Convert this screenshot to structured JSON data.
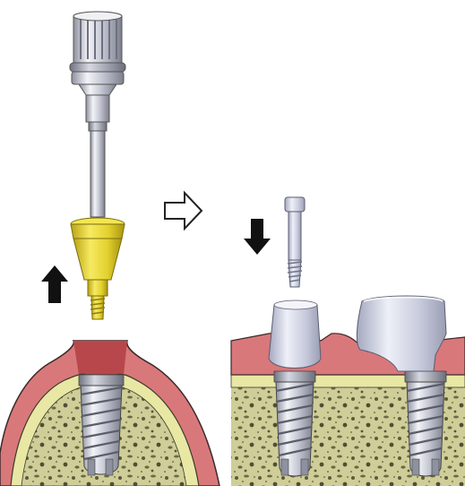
{
  "figure": {
    "panels": [
      {
        "id": "left",
        "arrow_direction": "up"
      },
      {
        "id": "right",
        "arrow_direction": "down"
      }
    ],
    "transition_arrow": "outline-right-arrow",
    "colors": {
      "gingiva": "#d9787a",
      "gingiva_dark": "#b8474c",
      "cortical_bone": "#e9e7a4",
      "cancellous_bone": "#cfcd98",
      "bone_pores": "#5b5b3a",
      "healing_cap": "#e8d634",
      "metal_light": "#e4e6ef",
      "metal_mid": "#b9bcc9",
      "metal_dark": "#7f8291",
      "arrow": "#111111"
    }
  }
}
